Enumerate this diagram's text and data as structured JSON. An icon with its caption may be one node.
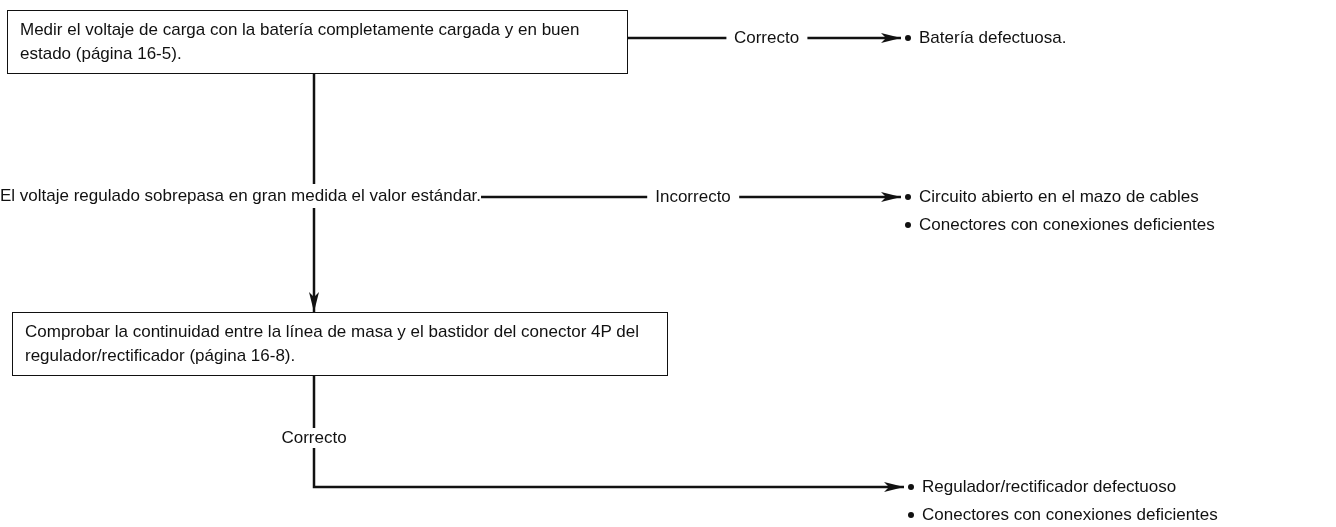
{
  "diagram": {
    "nodes": [
      {
        "text": [
          "Medir el voltaje de carga con la batería completamente cargada y en buen estado (página 16-5)."
        ]
      },
      {
        "text": [
          "El voltaje regulado sobrepasa en gran medida el valor estándar."
        ]
      },
      {
        "text": [
          "Comprobar la continuidad entre la línea de masa y el bastidor del conector 4P del regulador/rectificador (página 16-8)."
        ]
      },
      {
        "text": [
          "Batería defectuosa."
        ]
      },
      {
        "text": [
          "Circuito abierto en el mazo de cables",
          "Conectores con conexiones deficientes"
        ]
      },
      {
        "text": [
          "Regulador/rectificador defectuoso",
          "Conectores con conexiones deficientes"
        ]
      }
    ],
    "edges": [
      {
        "from": 0,
        "to": 3,
        "arrow": "to",
        "label": "Correcto"
      },
      {
        "from": 0,
        "to": 1,
        "arrow": "none"
      },
      {
        "from": 1,
        "to": 2,
        "arrow": "to"
      },
      {
        "from": 1,
        "to": 4,
        "arrow": "to",
        "label": "Incorrecto"
      },
      {
        "from": 2,
        "to": 5,
        "arrow": "to",
        "label": "Correcto"
      }
    ]
  }
}
